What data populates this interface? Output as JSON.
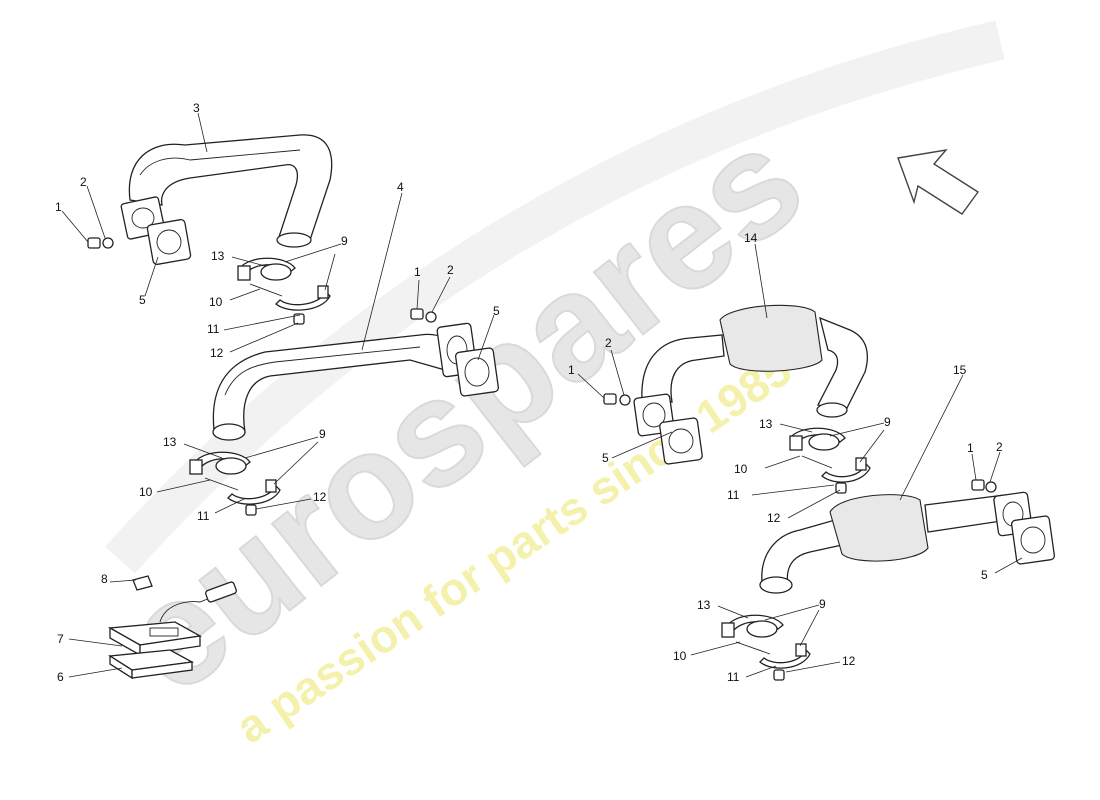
{
  "watermark": {
    "brand": "eurospares",
    "tagline": "a passion for parts since 1985",
    "brand_color": "#d9d9d9",
    "tagline_color": "#efe98a"
  },
  "callouts": [
    {
      "id": "c1",
      "label": "1"
    },
    {
      "id": "c2",
      "label": "2"
    },
    {
      "id": "c3",
      "label": "3"
    },
    {
      "id": "c4",
      "label": "4"
    },
    {
      "id": "c5",
      "label": "5"
    },
    {
      "id": "c6",
      "label": "6"
    },
    {
      "id": "c7",
      "label": "7"
    },
    {
      "id": "c8",
      "label": "8"
    },
    {
      "id": "c9",
      "label": "9"
    },
    {
      "id": "c10",
      "label": "10"
    },
    {
      "id": "c11",
      "label": "11"
    },
    {
      "id": "c12",
      "label": "12"
    },
    {
      "id": "c13",
      "label": "13"
    },
    {
      "id": "c14",
      "label": "14"
    },
    {
      "id": "c15",
      "label": "15"
    }
  ],
  "icons": {
    "direction_arrow": "arrow-up-left-icon"
  }
}
